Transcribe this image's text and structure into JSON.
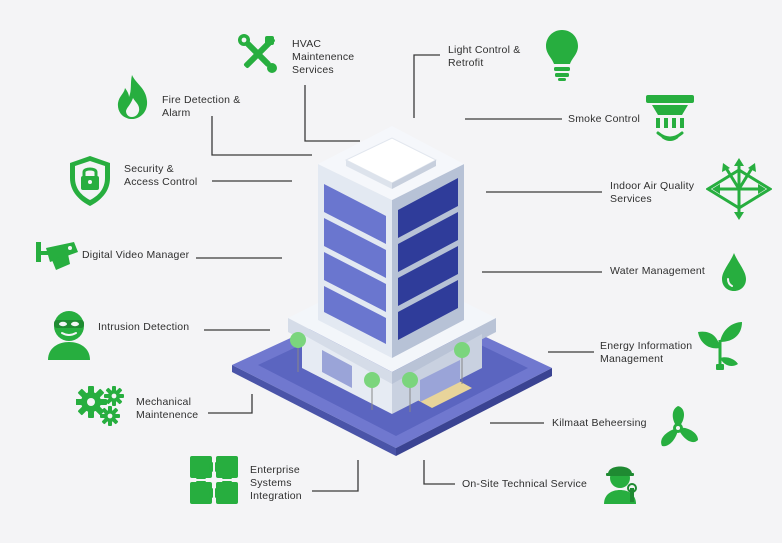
{
  "colors": {
    "icon_green": "#27ae3f",
    "connector": "#3a3a3a",
    "background": "#f4f4f6",
    "base_plate": "#5f6bc4",
    "window_blue": "#3d4aa8",
    "building_white": "#dfe6f0"
  },
  "labels": {
    "hvac": [
      "HVAC",
      "Maintenence",
      "Services"
    ],
    "light_control": [
      "Light Control &",
      "Retrofit"
    ],
    "fire_detection": [
      "Fire Detection &",
      "Alarm"
    ],
    "smoke_control": [
      "Smoke Control"
    ],
    "security_access": [
      "Security &",
      "Access Control"
    ],
    "indoor_air": [
      "Indoor Air Quality",
      "Services"
    ],
    "digital_video": [
      "Digital Video Manager"
    ],
    "water_management": [
      "Water Management"
    ],
    "intrusion_detection": [
      "Intrusion Detection"
    ],
    "energy_information": [
      "Energy Information",
      "Management"
    ],
    "mechanical_maintenance": [
      "Mechanical",
      "Maintenence"
    ],
    "klimaat": [
      "Kilmaat Beheersing"
    ],
    "enterprise_systems": [
      "Enterprise",
      "Systems",
      "Integration"
    ],
    "onsite_service": [
      "On-Site Technical Service"
    ]
  },
  "icons": {
    "hvac": "wrench-screwdriver-icon",
    "light_control": "lightbulb-icon",
    "fire_detection": "flame-icon",
    "smoke_control": "smoke-detector-icon",
    "security_access": "shield-lock-icon",
    "indoor_air": "air-flow-arrows-icon",
    "digital_video": "cctv-camera-icon",
    "water_management": "water-drop-icon",
    "intrusion_detection": "masked-intruder-icon",
    "energy_information": "plant-plug-icon",
    "mechanical_maintenance": "gears-icon",
    "klimaat": "fan-icon",
    "enterprise_systems": "puzzle-pieces-icon",
    "onsite_service": "technician-icon"
  }
}
